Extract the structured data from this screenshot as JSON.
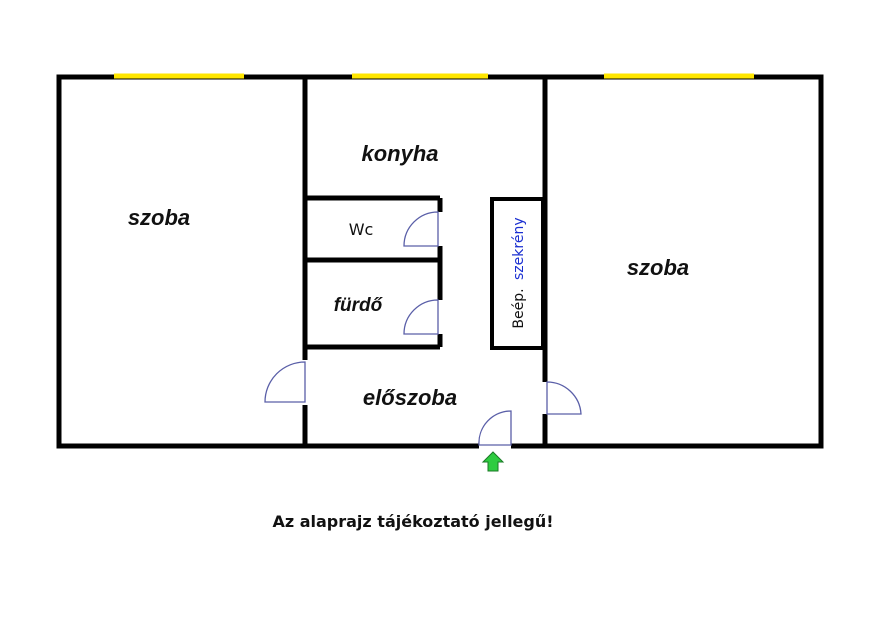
{
  "rooms": {
    "left_room": "szoba",
    "kitchen": "konyha",
    "wc": "Wc",
    "bathroom": "fürdő",
    "closet_prefix": "Beép.",
    "closet_word": "szekrény",
    "right_room": "szoba",
    "hall": "előszoba"
  },
  "note": "Az alaprajz tájékoztató jellegű!",
  "colors": {
    "wall": "#000000",
    "window": "#ffe600",
    "door_arc": "#5a5fa8",
    "entrance_arrow": "#2ecc40",
    "closet_text_blue": "#1a2fd1"
  }
}
